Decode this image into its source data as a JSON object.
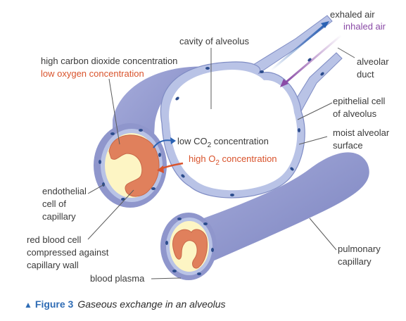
{
  "labels": {
    "exhaled_air": "exhaled air",
    "inhaled_air": "inhaled air",
    "cavity": "cavity of alveolus",
    "alveolar_duct_1": "alveolar",
    "alveolar_duct_2": "duct",
    "high_co2": "high carbon dioxide concentration",
    "low_o2": "low oxygen concentration",
    "epithelial_1": "epithelial cell",
    "epithelial_2": "of alveolus",
    "low_co2_prefix": "low CO",
    "low_co2_sub": "2",
    "low_co2_suffix": " concentration",
    "high_o2_prefix": "high O",
    "high_o2_sub": "2",
    "high_o2_suffix": " concentration",
    "moist_1": "moist alveolar",
    "moist_2": "surface",
    "endothelial_1": "endothelial",
    "endothelial_2": "cell of",
    "endothelial_3": "capillary",
    "rbc_1": "red blood cell",
    "rbc_2": "compressed against",
    "rbc_3": "capillary wall",
    "pulmonary_1": "pulmonary",
    "pulmonary_2": "capillary",
    "plasma": "blood plasma"
  },
  "caption": {
    "figure": "Figure 3",
    "text": "Gaseous exchange in an alveolus"
  },
  "colors": {
    "capillary_blue": "#8f96cc",
    "alveolus_wall": "#b9c3e6",
    "red_cell": "#e0805c",
    "plasma": "#fdf5c4",
    "nucleus": "#2b4c8c",
    "label_red": "#d9532c",
    "label_purple": "#8a4aa6",
    "arrow_blue": "#2b62b3",
    "caption_blue": "#2f6cb5"
  }
}
